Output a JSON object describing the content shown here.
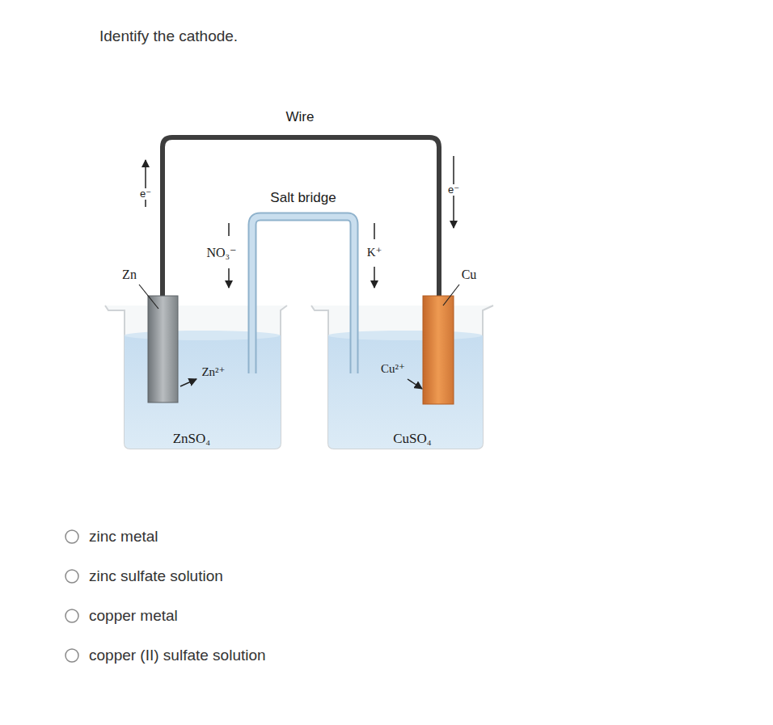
{
  "diagram": {
    "title": "Identify the cathode.",
    "labels": [
      "Wire",
      "Salt bridge",
      "e⁻",
      "e⁻",
      "NO₃⁻",
      "K⁺",
      "Zn",
      "Cu",
      "Zn²⁺",
      "Cu²⁺",
      "ZnSO₄",
      "CuSO₄",
      "zinc metal",
      "zinc sulfate solution",
      "copper metal",
      "copper (II) sulfate solution"
    ]
  }
}
